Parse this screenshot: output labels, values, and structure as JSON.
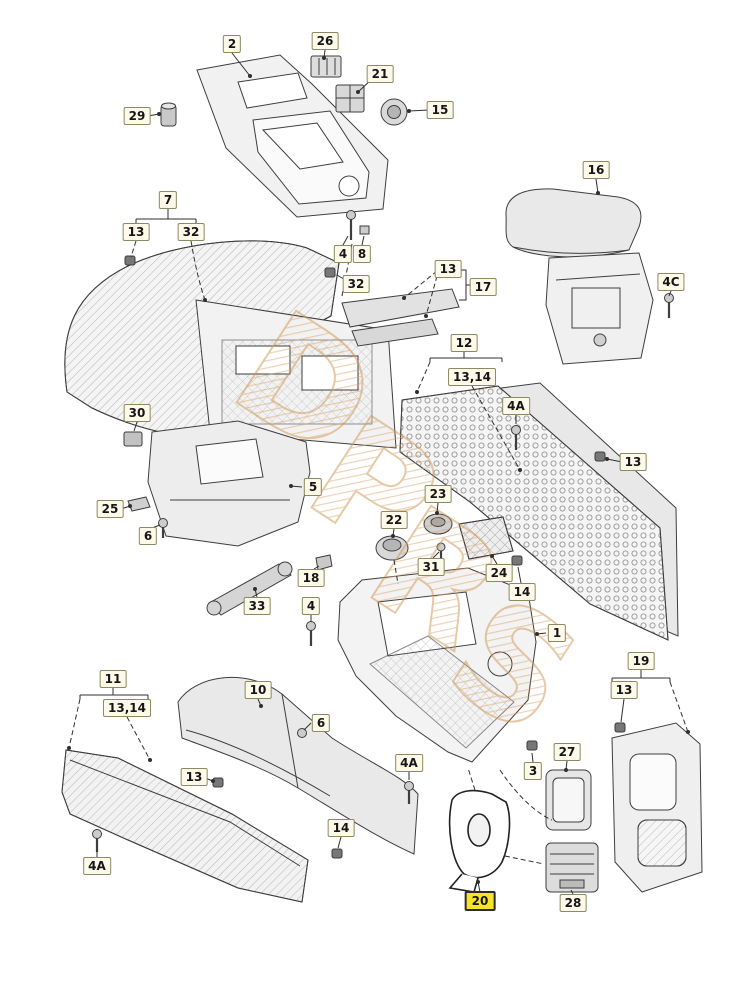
{
  "diagram": {
    "type": "exploded-parts-diagram",
    "selected_callout": "20",
    "watermark": {
      "l1": "D",
      "l2": "P",
      "l3": "R",
      "l4": "S"
    }
  },
  "callouts": {
    "c2": "2",
    "c26": "26",
    "c29": "29",
    "c21": "21",
    "c15": "15",
    "c16": "16",
    "c7": "7",
    "c7_13": "13",
    "c7_32": "32",
    "c4_top": "4",
    "c8": "8",
    "c32": "32",
    "c13_rail": "13",
    "c17": "17",
    "c4c": "4C",
    "c12": "12",
    "c12_sub": "13,14",
    "c4a_mid": "4A",
    "c13_right": "13",
    "c30": "30",
    "c5": "5",
    "c25": "25",
    "c6_left": "6",
    "c23": "23",
    "c22": "22",
    "c31": "31",
    "c24": "24",
    "c14_mid": "14",
    "c18": "18",
    "c33": "33",
    "c4_mid": "4",
    "c1": "1",
    "c11": "11",
    "c11_sub": "13,14",
    "c10": "10",
    "c19": "19",
    "c19_13": "13",
    "c6_duct": "6",
    "c13_lower": "13",
    "c4a_duct": "4A",
    "c3": "3",
    "c27": "27",
    "c14_lower": "14",
    "c4a_bottom": "4A",
    "c20": "20",
    "c28": "28"
  }
}
